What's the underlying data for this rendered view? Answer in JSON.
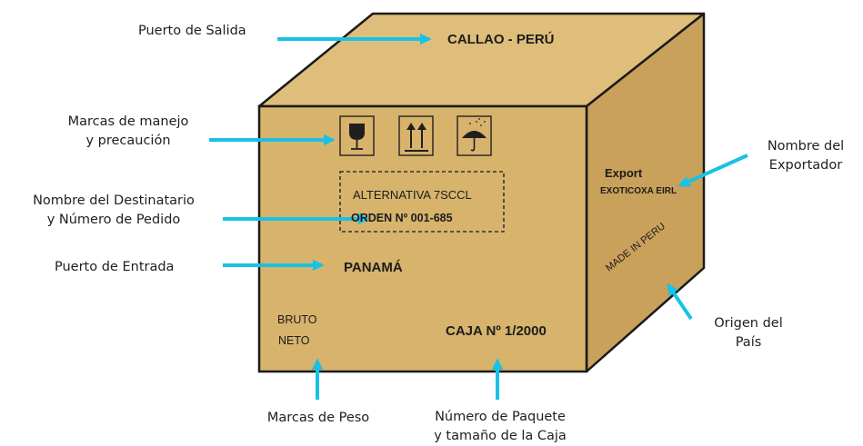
{
  "box": {
    "port_of_departure": "CALLAO - PERÚ",
    "consignee_lines": [
      "ALTERNATIVA  7SCCL",
      "ORDEN Nº 001-685"
    ],
    "port_of_entry": "PANAMÁ",
    "weights": [
      "BRUTO",
      "NETO"
    ],
    "package_number": "CAJA Nº 1/2000",
    "exporter_title": "Export",
    "exporter_name": "EXOTICOXA EIRL",
    "origin": "MADE IN PERU",
    "handling_icons": [
      "fragile-glass-icon",
      "this-way-up-arrows-icon",
      "keep-dry-umbrella-icon"
    ]
  },
  "labels": {
    "puerto_salida": "Puerto de Salida",
    "marcas_manejo": [
      "Marcas de manejo",
      "y precaución"
    ],
    "destinatario": [
      "Nombre del Destinatario",
      "y Número de Pedido"
    ],
    "puerto_entrada": "Puerto de Entrada",
    "marcas_peso": "Marcas de Peso",
    "numero_paquete": [
      "Número de Paquete",
      "y tamaño de la Caja"
    ],
    "nombre_exportador": [
      "Nombre del",
      "Exportador"
    ],
    "origen_pais": [
      "Origen del",
      "País"
    ]
  },
  "colors": {
    "box_front": "#D7B36C",
    "box_top": "#DEBE7A",
    "box_side": "#C9A15A",
    "arrow": "#19C1E6"
  }
}
